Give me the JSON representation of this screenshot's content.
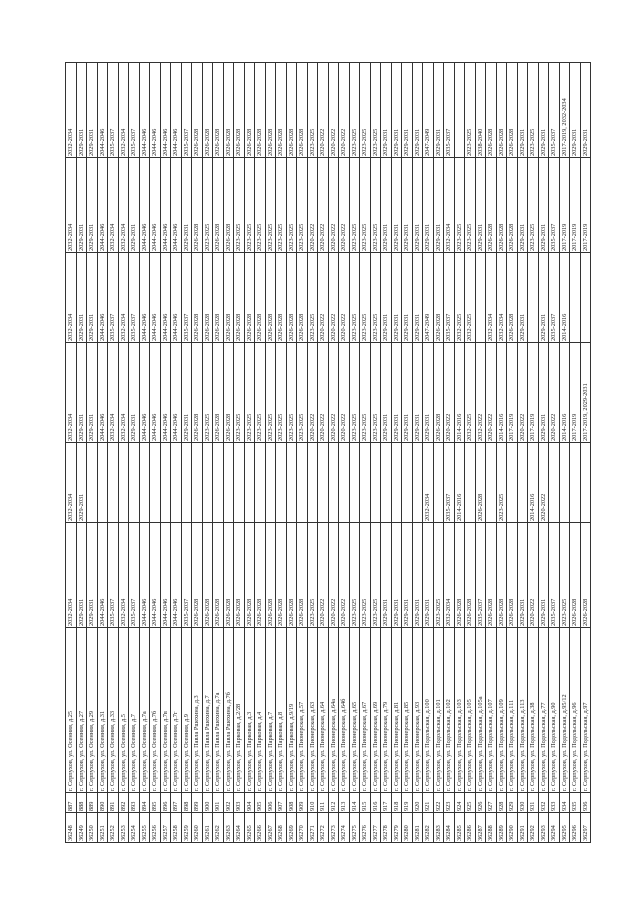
{
  "rows": [
    [
      "36248",
      "887",
      "г. Серпухов, ул. Осенняя, д.25",
      "2032-2034",
      "2032-2034",
      "2032-2034",
      "2032-2034",
      "2032-2034",
      "2032-2034"
    ],
    [
      "36249",
      "888",
      "г. Серпухов, ул. Осенняя, д.27",
      "2029-2031",
      "2029-2031",
      "2029-2031",
      "2029-2031",
      "2029-2031",
      "2029-2031"
    ],
    [
      "36250",
      "889",
      "г. Серпухов, ул. Осенняя, д.29",
      "2029-2031",
      "",
      "2029-2031",
      "2029-2031",
      "2029-2031",
      "2029-2031"
    ],
    [
      "36251",
      "890",
      "г. Серпухов, ул. Осенняя, д.31",
      "2044-2046",
      "",
      "2044-2046",
      "2044-2046",
      "2044-2046",
      "2044-2046"
    ],
    [
      "36252",
      "891",
      "г. Серпухов, ул. Осенняя, д.33",
      "2035-2037",
      "",
      "2032-2034",
      "2035-2037",
      "2032-2034",
      "2035-2037"
    ],
    [
      "36253",
      "892",
      "г. Серпухов, ул. Осенняя, д.5",
      "2032-2034",
      "",
      "2032-2034",
      "2032-2034",
      "2032-2034",
      "2032-2034"
    ],
    [
      "36254",
      "893",
      "г. Серпухов, ул. Осенняя, д.7",
      "2035-2037",
      "",
      "2029-2031",
      "2035-2037",
      "2029-2031",
      "2035-2037"
    ],
    [
      "36255",
      "894",
      "г. Серпухов, ул. Осенняя, д.7а",
      "2044-2046",
      "",
      "2044-2046",
      "2044-2046",
      "2044-2046",
      "2044-2046"
    ],
    [
      "36256",
      "895",
      "г. Серпухов, ул. Осенняя, д.7б",
      "2044-2046",
      "",
      "2044-2046",
      "2044-2046",
      "2044-2046",
      "2044-2046"
    ],
    [
      "36257",
      "896",
      "г. Серпухов, ул. Осенняя, д.7в",
      "2044-2046",
      "",
      "2044-2046",
      "2044-2046",
      "2044-2046",
      "2044-2046"
    ],
    [
      "36258",
      "897",
      "г. Серпухов, ул. Осенняя, д.7г",
      "2044-2046",
      "",
      "2044-2046",
      "2044-2046",
      "2044-2046",
      "2044-2046"
    ],
    [
      "36259",
      "898",
      "г. Серпухов, ул. Осенняя, д.9",
      "2035-2037",
      "",
      "2029-2031",
      "2035-2037",
      "2029-2031",
      "2035-2037"
    ],
    [
      "36260",
      "899",
      "г. Серпухов, ул. Павла Ршехина, д.3",
      "2026-2028",
      "",
      "2026-2028",
      "2026-2028",
      "2026-2028",
      "2026-2028"
    ],
    [
      "36261",
      "900",
      "г. Серпухов, ул. Павла Ршехина, д.7",
      "2026-2028",
      "",
      "2023-2025",
      "2026-2028",
      "2023-2025",
      "2026-2028"
    ],
    [
      "36262",
      "901",
      "г. Серпухов, ул. Павла Ршехина, д.7а",
      "2026-2028",
      "",
      "2026-2028",
      "2026-2028",
      "2026-2028",
      "2026-2028"
    ],
    [
      "36263",
      "902",
      "г. Серпухов, ул. Павла Ршехина, д.7б",
      "2026-2028",
      "",
      "2026-2028",
      "2026-2028",
      "2026-2028",
      "2026-2028"
    ],
    [
      "36264",
      "903",
      "г. Серпухов, ул. Парковая, д.2/28",
      "2026-2028",
      "",
      "2023-2025",
      "2026-2028",
      "2023-2025",
      "2026-2028"
    ],
    [
      "36265",
      "904",
      "г. Серпухов, ул. Парковая, д.3",
      "2026-2028",
      "",
      "2023-2025",
      "2026-2028",
      "2023-2025",
      "2026-2028"
    ],
    [
      "36266",
      "905",
      "г. Серпухов, ул. Парковая, д.4",
      "2026-2028",
      "",
      "2023-2025",
      "2026-2028",
      "2023-2025",
      "2026-2028"
    ],
    [
      "36267",
      "906",
      "г. Серпухов, ул. Парковая, д.7",
      "2026-2028",
      "",
      "2023-2025",
      "2026-2028",
      "2023-2025",
      "2026-2028"
    ],
    [
      "36268",
      "907",
      "г. Серпухов, ул. Парковая, д.8",
      "2026-2028",
      "",
      "2023-2025",
      "2026-2028",
      "2023-2025",
      "2026-2028"
    ],
    [
      "36269",
      "908",
      "г. Серпухов, ул. Парковая, д.9/19",
      "2026-2028",
      "",
      "2023-2025",
      "2026-2028",
      "2023-2025",
      "2026-2028"
    ],
    [
      "36270",
      "909",
      "г. Серпухов, ул. Пионерская, д.57",
      "2026-2028",
      "",
      "2023-2025",
      "2026-2028",
      "2023-2025",
      "2026-2028"
    ],
    [
      "36271",
      "910",
      "г. Серпухов, ул. Пионерская, д.63",
      "2023-2025",
      "",
      "2020-2022",
      "2023-2025",
      "2020-2022",
      "2023-2025"
    ],
    [
      "36272",
      "911",
      "г. Серпухов, ул. Пионерская, д.64",
      "2020-2022",
      "",
      "2020-2022",
      "2020-2022",
      "2020-2022",
      "2020-2022"
    ],
    [
      "36273",
      "912",
      "г. Серпухов, ул. Пионерская, д.64а",
      "2020-2022",
      "",
      "2020-2022",
      "2020-2022",
      "2020-2022",
      "2020-2022"
    ],
    [
      "36274",
      "913",
      "г. Серпухов, ул. Пионерская, д.64б",
      "2020-2022",
      "",
      "2020-2022",
      "2020-2022",
      "2020-2022",
      "2020-2022"
    ],
    [
      "36275",
      "914",
      "г. Серпухов, ул. Пионерская, д.65",
      "2023-2025",
      "",
      "2023-2025",
      "2023-2025",
      "2023-2025",
      "2023-2025"
    ],
    [
      "36276",
      "915",
      "г. Серпухов, ул. Пионерская, д.67",
      "2023-2025",
      "",
      "2023-2025",
      "2023-2025",
      "2023-2025",
      "2023-2025"
    ],
    [
      "36277",
      "916",
      "г. Серпухов, ул. Пионерская, д.69",
      "2023-2025",
      "",
      "2023-2025",
      "2023-2025",
      "2023-2025",
      "2023-2025"
    ],
    [
      "36278",
      "917",
      "г. Серпухов, ул. Пионерская, д.79",
      "2029-2031",
      "",
      "2029-2031",
      "2029-2031",
      "2029-2031",
      "2029-2031"
    ],
    [
      "36279",
      "918",
      "г. Серпухов, ул. Пионерская, д.81",
      "2029-2031",
      "",
      "2029-2031",
      "2029-2031",
      "2029-2031",
      "2029-2031"
    ],
    [
      "36280",
      "919",
      "г. Серпухов, ул. Пионерская, д.85",
      "2029-2031",
      "",
      "2029-2031",
      "2029-2031",
      "2029-2031",
      "2029-2031"
    ],
    [
      "36281",
      "920",
      "г. Серпухов, ул. Пионерская, д.93",
      "2029-2031",
      "",
      "2029-2031",
      "2029-2031",
      "2029-2031",
      "2029-2031"
    ],
    [
      "36282",
      "921",
      "г. Серпухов, ул. Подольская, д.100",
      "2029-2031",
      "2032-2034",
      "2029-2031",
      "2047-2049",
      "2029-2031",
      "2047-2049"
    ],
    [
      "36283",
      "922",
      "г. Серпухов, ул. Подольская, д.101",
      "2023-2025",
      "",
      "2026-2028",
      "2026-2028",
      "2029-2031",
      "2029-2031"
    ],
    [
      "36284",
      "923",
      "г. Серпухов, ул. Подольская, д.102",
      "2032-2034",
      "2035-2037",
      "2020-2022",
      "2035-2037",
      "2032-2034",
      "2035-2037"
    ],
    [
      "36285",
      "924",
      "г. Серпухов, ул. Подольская, д.103",
      "2026-2028",
      "2014-2016",
      "2014-2016",
      "2032-2025",
      "2023-2025",
      ""
    ],
    [
      "36286",
      "925",
      "г. Серпухов, ул. Подольская, д.105",
      "2026-2028",
      "",
      "2032-2025",
      "2032-2025",
      "2023-2025",
      "2023-2025"
    ],
    [
      "36287",
      "926",
      "г. Серпухов, ул. Подольская, д.105а",
      "2035-2037",
      "2026-2028",
      "2032-2022",
      "",
      "2029-2031",
      "2038-2040"
    ],
    [
      "36288",
      "927",
      "г. Серпухов, ул. Подольская, д.107",
      "2026-2028",
      "",
      "2020-2022",
      "2032-2034",
      "2026-2028",
      "2026-2028"
    ],
    [
      "36289",
      "928",
      "г. Серпухов, ул. Подольская, д.109",
      "2026-2028",
      "2023-2025",
      "2014-2016",
      "2032-2034",
      "2026-2028",
      "2026-2028"
    ],
    [
      "36290",
      "929",
      "г. Серпухов, ул. Подольская, д.111",
      "2026-2028",
      "",
      "2017-2019",
      "2026-2028",
      "2026-2028",
      "2026-2028"
    ],
    [
      "36291",
      "930",
      "г. Серпухов, ул. Подольская, д.113",
      "2029-2031",
      "",
      "2020-2022",
      "2029-2031",
      "2029-2031",
      "2029-2031"
    ],
    [
      "36292",
      "931",
      "г. Серпухов, ул. Подольская, д.38",
      "2020-2022",
      "2014-2016",
      "2017-2019",
      "",
      "2023-2025",
      "2023-2025"
    ],
    [
      "36293",
      "932",
      "г. Серпухов, ул. Подольская, д.77",
      "2029-2031",
      "2020-2022",
      "2029-2031",
      "2029-2031",
      "2029-2031",
      "2029-2031"
    ],
    [
      "36294",
      "933",
      "г. Серпухов, ул. Подольская, д.90",
      "2035-2037",
      "",
      "2020-2022",
      "2035-2037",
      "2035-2037",
      "2035-2037"
    ],
    [
      "36295",
      "934",
      "г. Серпухов, ул. Подольская, д.95/12",
      "2023-2025",
      "",
      "2014-2016",
      "2014-2016",
      "2017-2019",
      "2017-2019, 2032-2034"
    ],
    [
      "36296",
      "935",
      "г. Серпухов, ул. Подольская, д.96",
      "2026-2028",
      "",
      "2017-2019",
      "",
      "2017-2019",
      "2029-2031"
    ],
    [
      "36297",
      "936",
      "г. Серпухов, ул. Подольская, д.97",
      "2026-2028",
      "",
      "2017-2019, 2029-2031",
      "",
      "2017-2019",
      "2029-2031"
    ]
  ]
}
